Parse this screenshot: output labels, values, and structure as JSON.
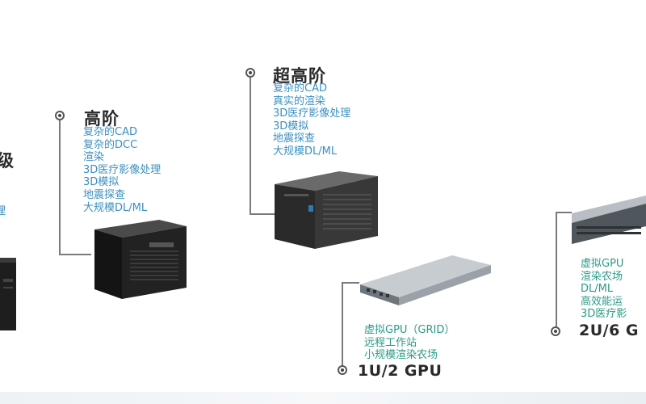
{
  "tiers": [
    {
      "id": "partial-left",
      "title": "级",
      "items": [
        "理"
      ]
    },
    {
      "id": "high",
      "title": "高阶",
      "items": [
        "复杂的CAD",
        "复杂的DCC",
        "渲染",
        "3D医疗影像处理",
        "3D模拟",
        "地震探查",
        "大规模DL/ML"
      ]
    },
    {
      "id": "ultra",
      "title": "超高阶",
      "items": [
        "复杂的CAD",
        "真实的渲染",
        "3D医疗影像处理",
        "3D模拟",
        "地震探查",
        "大规模DL/ML"
      ]
    },
    {
      "id": "1u",
      "title": "1U/2 GPU",
      "items": [
        "虚拟GPU（GRID）",
        "远程工作站",
        "小规模渲染农场"
      ]
    },
    {
      "id": "2u",
      "title": "2U/6 G",
      "items": [
        "虚拟GPU",
        "渲染农场",
        "DL/ML",
        "高效能运",
        "3D医疗影"
      ]
    }
  ],
  "colors": {
    "blue_text": "#3a8fc0",
    "green_text": "#2a9a86",
    "title": "#2a2a2a",
    "line": "#7a7a7a"
  }
}
